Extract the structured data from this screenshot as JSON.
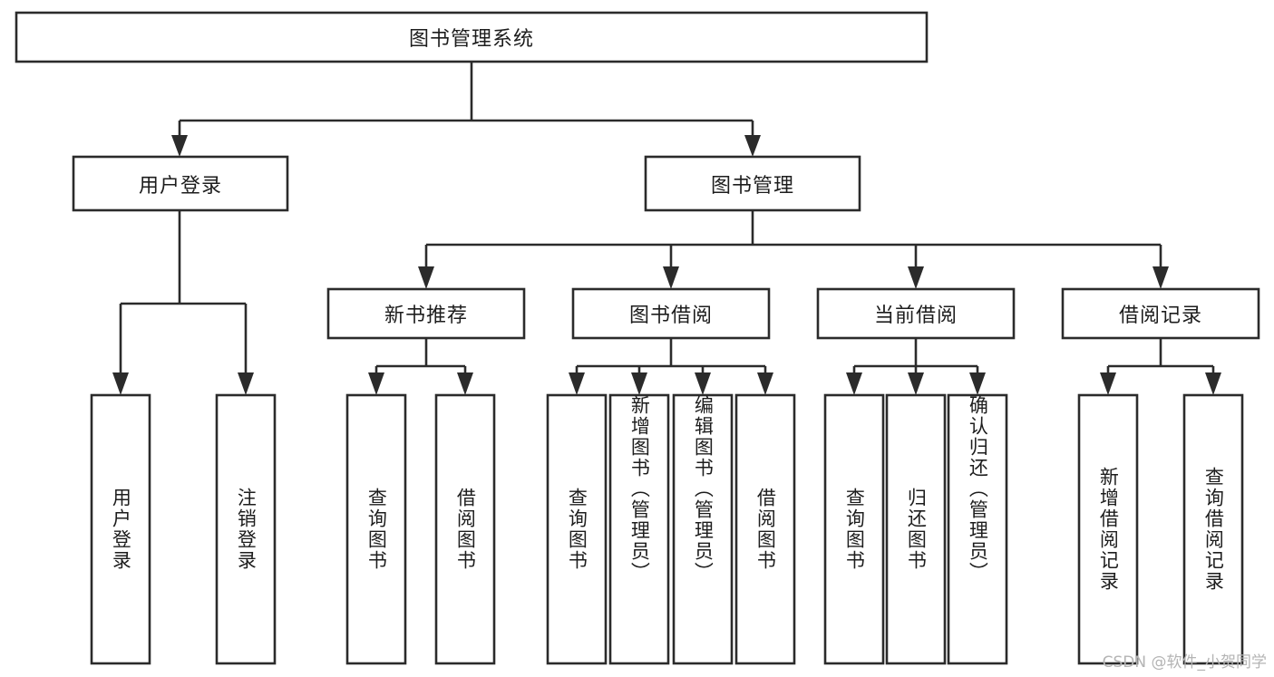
{
  "diagram": {
    "title": "图书管理系统",
    "type": "hierarchy-tree",
    "watermark": "CSDN @软件_小贺同学",
    "root": {
      "id": "root",
      "label": "图书管理系统",
      "orientation": "horizontal"
    },
    "level2": [
      {
        "id": "user-login",
        "label": "用户登录",
        "orientation": "horizontal"
      },
      {
        "id": "book-manage",
        "label": "图书管理",
        "orientation": "horizontal"
      }
    ],
    "level3": [
      {
        "id": "new-book-rec",
        "label": "新书推荐",
        "orientation": "horizontal",
        "parent": "book-manage"
      },
      {
        "id": "book-borrow",
        "label": "图书借阅",
        "orientation": "horizontal",
        "parent": "book-manage"
      },
      {
        "id": "current-borrow",
        "label": "当前借阅",
        "orientation": "horizontal",
        "parent": "book-manage"
      },
      {
        "id": "borrow-record",
        "label": "借阅记录",
        "orientation": "horizontal",
        "parent": "book-manage"
      }
    ],
    "leaves": [
      {
        "id": "leaf-user-login",
        "label": "用户登录",
        "orientation": "vertical",
        "parent": "user-login"
      },
      {
        "id": "leaf-logout",
        "label": "注销登录",
        "orientation": "vertical",
        "parent": "user-login"
      },
      {
        "id": "leaf-query-book-1",
        "label": "查询图书",
        "orientation": "vertical",
        "parent": "new-book-rec"
      },
      {
        "id": "leaf-borrow-book-1",
        "label": "借阅图书",
        "orientation": "vertical",
        "parent": "new-book-rec"
      },
      {
        "id": "leaf-query-book-2",
        "label": "查询图书",
        "orientation": "vertical",
        "parent": "book-borrow"
      },
      {
        "id": "leaf-add-book",
        "label": "新增图书（管理员）",
        "orientation": "vertical",
        "parent": "book-borrow"
      },
      {
        "id": "leaf-edit-book",
        "label": "编辑图书（管理员）",
        "orientation": "vertical",
        "parent": "book-borrow"
      },
      {
        "id": "leaf-borrow-book-2",
        "label": "借阅图书",
        "orientation": "vertical",
        "parent": "book-borrow"
      },
      {
        "id": "leaf-query-book-3",
        "label": "查询图书",
        "orientation": "vertical",
        "parent": "current-borrow"
      },
      {
        "id": "leaf-return-book",
        "label": "归还图书",
        "orientation": "vertical",
        "parent": "current-borrow"
      },
      {
        "id": "leaf-confirm-return",
        "label": "确认归还（管理员）",
        "orientation": "vertical",
        "parent": "current-borrow"
      },
      {
        "id": "leaf-add-record",
        "label": "新增借阅记录",
        "orientation": "vertical",
        "parent": "borrow-record"
      },
      {
        "id": "leaf-query-record",
        "label": "查询借阅记录",
        "orientation": "vertical",
        "parent": "borrow-record"
      }
    ],
    "colors": {
      "stroke": "#2b2b2b",
      "fill": "#ffffff",
      "text": "#1d1d1d",
      "watermark": "#b4b4b4",
      "background": "#ffffff"
    }
  }
}
